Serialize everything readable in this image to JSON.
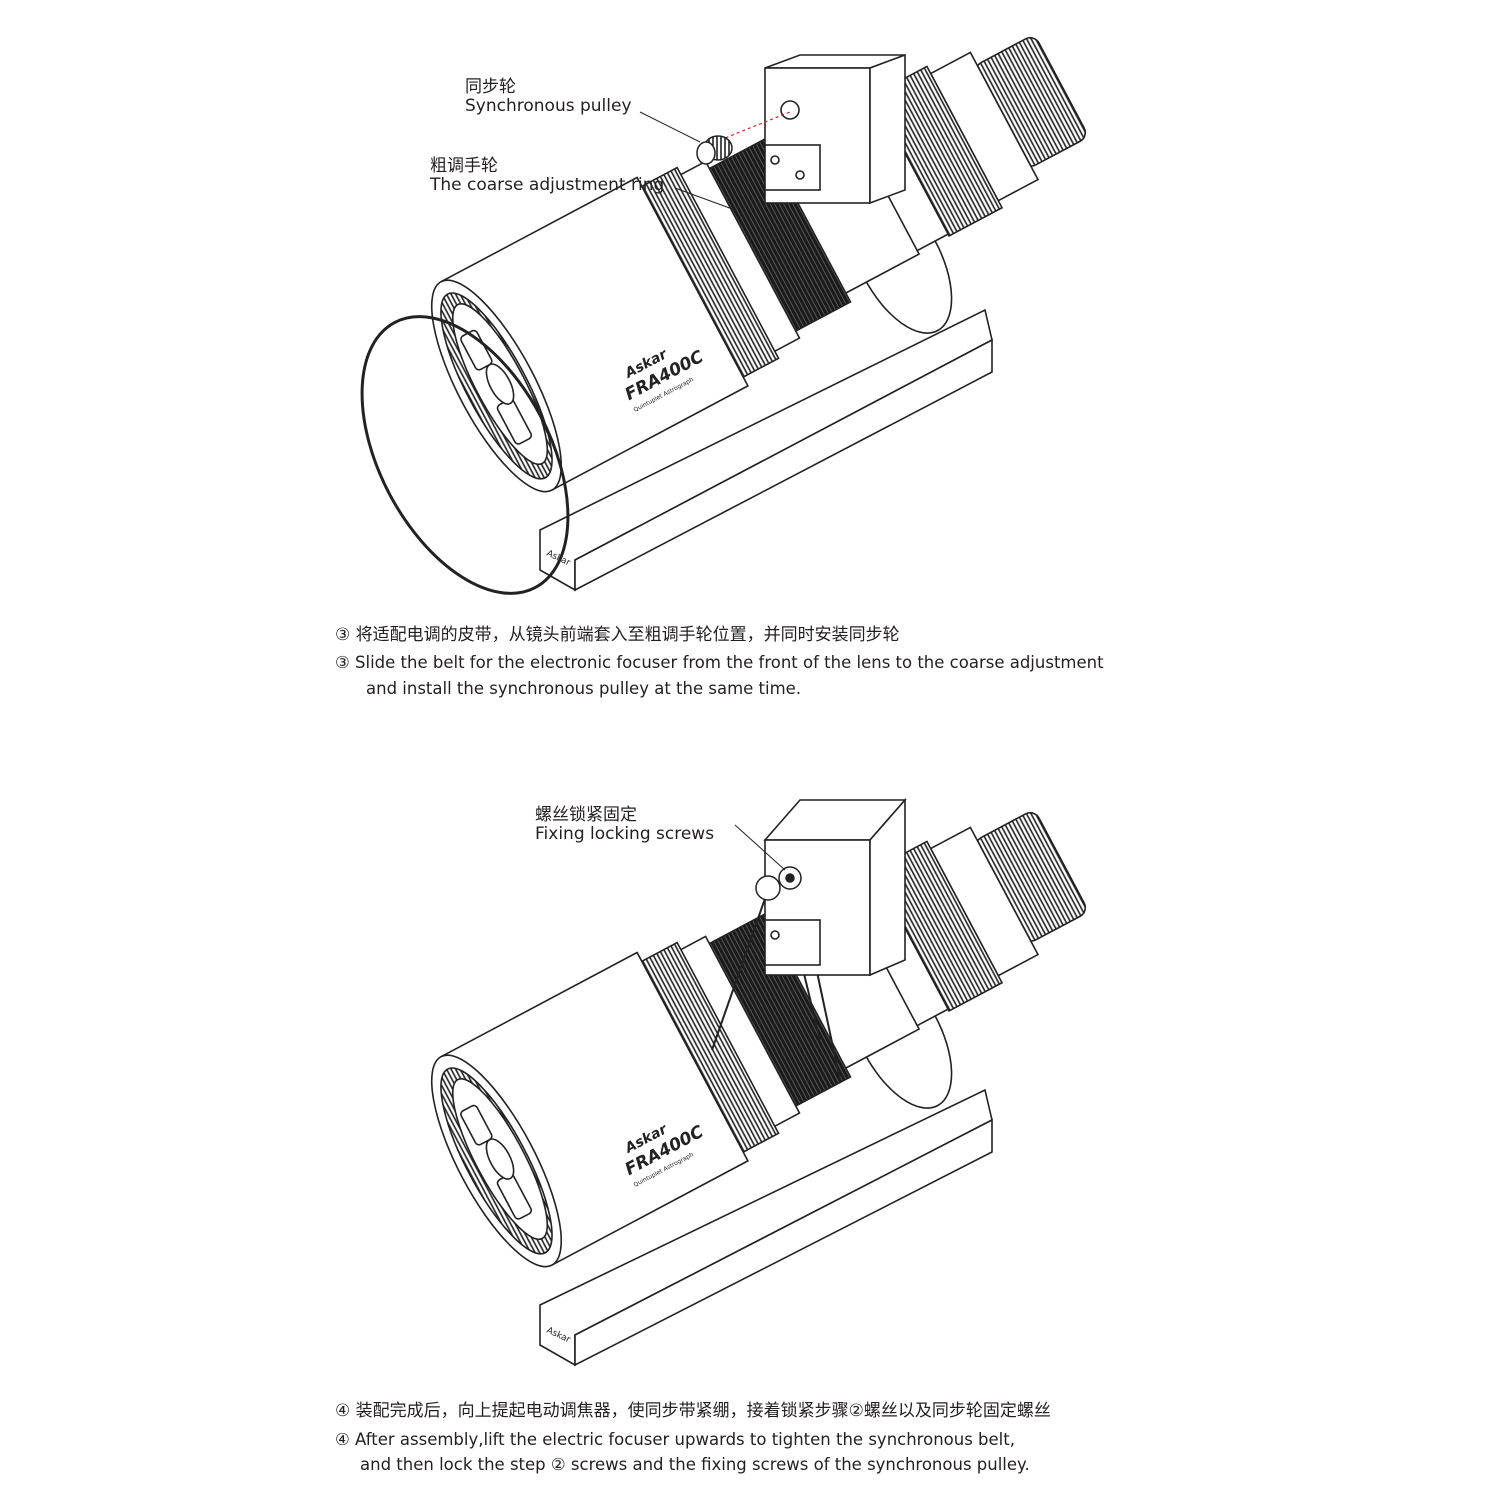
{
  "figure1": {
    "callout_pulley": {
      "zh": "同步轮",
      "en": "Synchronous pulley"
    },
    "callout_ring": {
      "zh": "粗调手轮",
      "en": "The coarse adjustment ring"
    },
    "lens_brand": "Askar",
    "lens_model": "FRA400C",
    "lens_subtitle": "Quintuplet Astrograph",
    "plate_brand": "Askar"
  },
  "step3": {
    "zh": "③ 将适配电调的皮带，从镜头前端套入至粗调手轮位置，并同时安装同步轮",
    "en_line1": "③ Slide the belt for the electronic focuser from the front of the lens to the coarse adjustment",
    "en_line2": "and install the synchronous pulley at the same time."
  },
  "figure2": {
    "callout_screws": {
      "zh": "螺丝锁紧固定",
      "en": "Fixing locking screws"
    },
    "lens_brand": "Askar",
    "lens_model": "FRA400C",
    "lens_subtitle": "Quintuplet Astrograph",
    "plate_brand": "Askar"
  },
  "step4": {
    "zh": "④ 装配完成后，向上提起电动调焦器，使同步带紧绷，接着锁紧步骤②螺丝以及同步轮固定螺丝",
    "en_line1": "④ After assembly,lift the electric focuser upwards to tighten the synchronous belt,",
    "en_line2": "and then lock the step ② screws and the fixing screws of the synchronous pulley."
  }
}
